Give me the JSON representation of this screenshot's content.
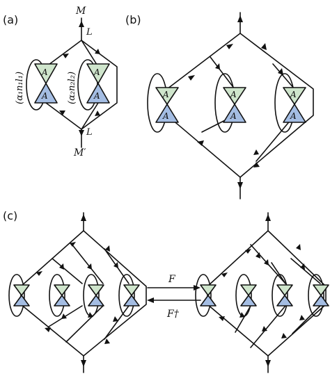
{
  "panels": {
    "a": "(a)",
    "b": "(b)",
    "c": "(c)"
  },
  "panel_a": {
    "top_label": "M",
    "bottom_label": "M′",
    "edge_top": "L",
    "edge_bottom": "L",
    "loop_left": "(α₁n₁l₁)",
    "loop_right": "(α₂n₂l₂)",
    "tensor": "A"
  },
  "panel_b": {
    "tensor": "A"
  },
  "panel_c": {
    "map_forward": "F",
    "map_backward": "F†"
  },
  "colors": {
    "top_triangle": "#cfe5cc",
    "bottom_triangle": "#a4bde3",
    "line": "#111111"
  }
}
